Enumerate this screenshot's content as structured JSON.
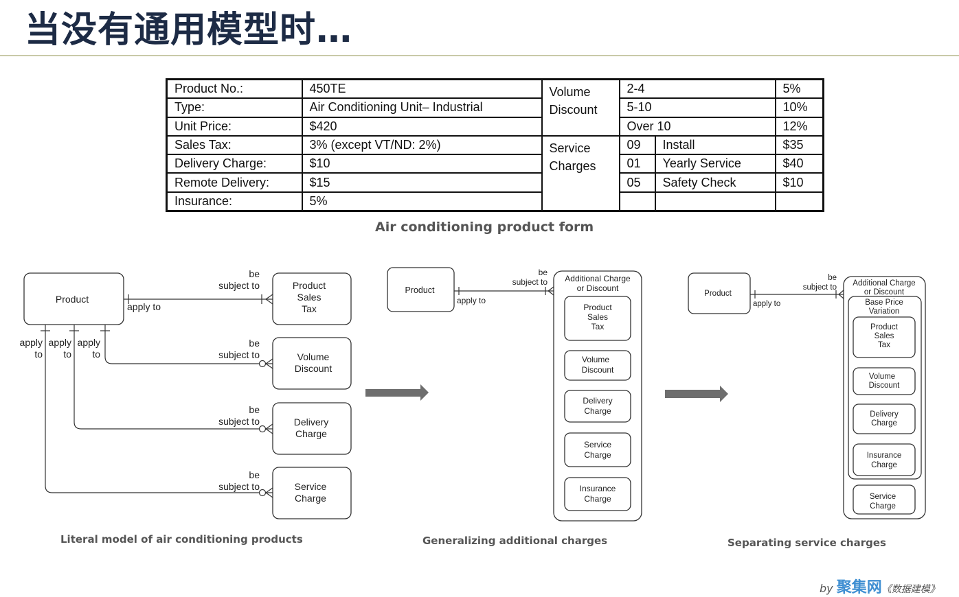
{
  "slide_title": "当没有通用模型时…",
  "product_form": {
    "rows": [
      {
        "label": "Product No.:",
        "value": "450TE"
      },
      {
        "label": "Type:",
        "value": "Air Conditioning Unit– Industrial"
      },
      {
        "label": "Unit Price:",
        "value": "$420"
      },
      {
        "label": "Sales Tax:",
        "value": "3% (except VT/ND: 2%)"
      },
      {
        "label": "Delivery Charge:",
        "value": "$10"
      },
      {
        "label": "Remote Delivery:",
        "value": "$15"
      },
      {
        "label": "Insurance:",
        "value": "5%"
      }
    ],
    "volume_discount": {
      "label_lines": [
        "Volume",
        "Discount"
      ],
      "tiers": [
        {
          "range": "2-4",
          "pct": "5%"
        },
        {
          "range": "5-10",
          "pct": "10%"
        },
        {
          "range": "Over 10",
          "pct": "12%"
        }
      ]
    },
    "service_charges": {
      "label_lines": [
        "Service",
        "Charges"
      ],
      "items": [
        {
          "code": "09",
          "name": "Install",
          "price": "$35"
        },
        {
          "code": "01",
          "name": "Yearly Service",
          "price": "$40"
        },
        {
          "code": "05",
          "name": "Safety Check",
          "price": "$10"
        }
      ]
    }
  },
  "captions": {
    "form": "Air conditioning product form",
    "literal": "Literal model of air conditioning products",
    "generalizing": "Generalizing additional charges",
    "separating": "Separating service charges"
  },
  "diagram_literal": {
    "product": "Product",
    "apply_to_lines": [
      "apply",
      "to"
    ],
    "rel_apply": "apply to",
    "be": "be",
    "subject_to": "subject to",
    "tax": [
      "Product",
      "Sales",
      "Tax"
    ],
    "volume": [
      "Volume",
      "Discount"
    ],
    "delivery": [
      "Delivery",
      "Charge"
    ],
    "service": [
      "Service",
      "Charge"
    ]
  },
  "diagram_general": {
    "product": "Product",
    "rel_apply": "apply to",
    "be": "be",
    "subject_to": "subject to",
    "group": [
      "Additional Charge",
      "or Discount"
    ],
    "tax": [
      "Product",
      "Sales",
      "Tax"
    ],
    "volume": [
      "Volume",
      "Discount"
    ],
    "delivery": [
      "Delivery",
      "Charge"
    ],
    "service": [
      "Service",
      "Charge"
    ],
    "insurance": [
      "Insurance",
      "Charge"
    ]
  },
  "diagram_separating": {
    "product": "Product",
    "rel_apply": "apply to",
    "be": "be",
    "subject_to": "subject to",
    "group": [
      "Additional Charge",
      "or Discount"
    ],
    "subgroup": [
      "Base Price",
      "Variation"
    ],
    "tax": [
      "Product",
      "Sales",
      "Tax"
    ],
    "volume": [
      "Volume",
      "Discount"
    ],
    "delivery": [
      "Delivery",
      "Charge"
    ],
    "insurance": [
      "Insurance",
      "Charge"
    ],
    "service": [
      "Service",
      "Charge"
    ]
  },
  "credit": {
    "by": "by",
    "brand": "聚集网",
    "note": "《数据建模》"
  }
}
